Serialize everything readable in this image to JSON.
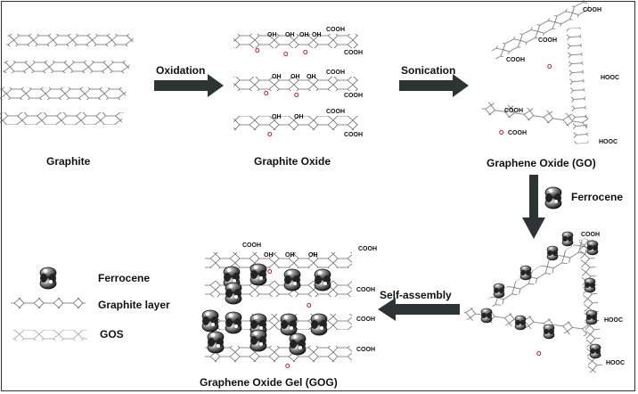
{
  "labels": {
    "graphite": "Graphite",
    "graphite_oxide": "Graphite Oxide",
    "graphene_oxide": "Graphene Oxide (GO)",
    "gog": "Graphene Oxide Gel (GOG)"
  },
  "arrows": {
    "oxidation": "Oxidation",
    "sonication": "Sonication",
    "ferrocene": "Ferrocene",
    "self_assembly": "Self-assembly"
  },
  "legend": {
    "ferrocene": "Ferrocene",
    "graphite_layer": "Graphite layer",
    "gos": "GOS"
  },
  "groups": {
    "cooh": "COOH",
    "oh": "OH",
    "hooc": "HOOC",
    "epoxy": "O"
  },
  "colors": {
    "arrow": "#2c3434",
    "sheet_line": "#555555",
    "oxygen": "#d42020"
  }
}
